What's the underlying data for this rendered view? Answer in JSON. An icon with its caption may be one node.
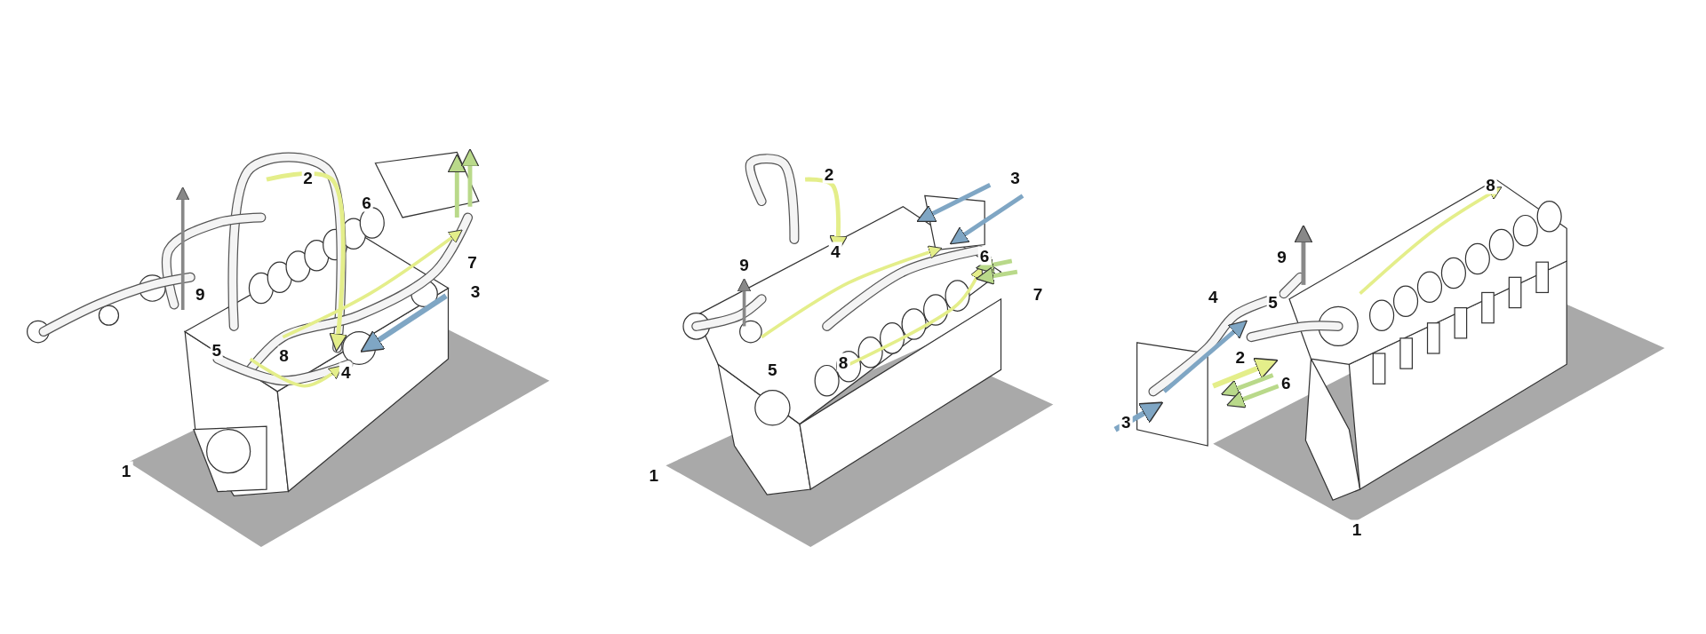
{
  "diagram": {
    "labels": [
      "2",
      "6",
      "7",
      "3",
      "9",
      "5",
      "8",
      "4",
      "1",
      "2",
      "3",
      "4",
      "9",
      "6",
      "7",
      "5",
      "8",
      "1",
      "8",
      "9",
      "4",
      "5",
      "2",
      "6",
      "3",
      "1"
    ]
  }
}
